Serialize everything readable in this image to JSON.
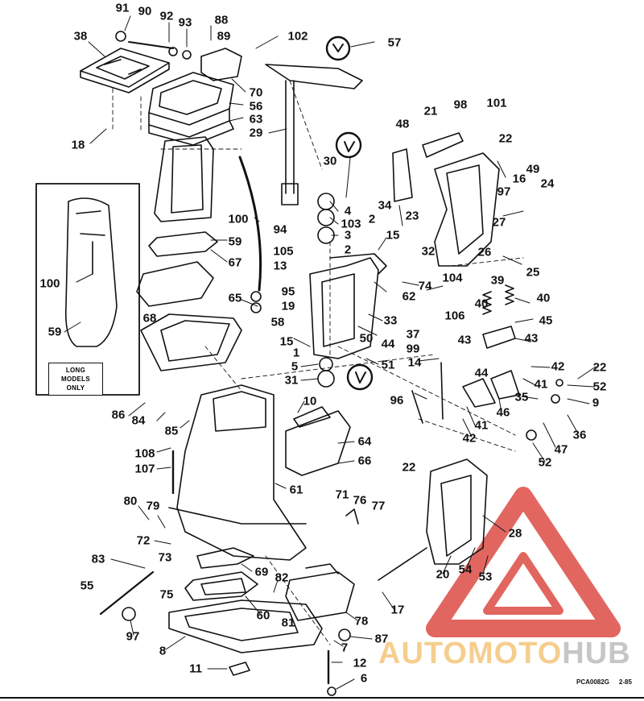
{
  "labels": {
    "n91": "91",
    "n90": "90",
    "n92": "92",
    "n93": "93",
    "n88": "88",
    "n89": "89",
    "n102": "102",
    "n57": "57",
    "n38": "38",
    "n70": "70",
    "n56": "56",
    "n63": "63",
    "n29": "29",
    "n18": "18",
    "n21": "21",
    "n98": "98",
    "n101": "101",
    "n48": "48",
    "n22a": "22",
    "n30": "30",
    "n4": "4",
    "n103": "103",
    "n3": "3",
    "n34": "34",
    "n2a": "2",
    "n2b": "2",
    "n15a": "15",
    "n49": "49",
    "n16": "16",
    "n97a": "97",
    "n24": "24",
    "n23": "23",
    "n27": "27",
    "n100a": "100",
    "n94": "94",
    "n59a": "59",
    "n67": "67",
    "n105": "105",
    "n13": "13",
    "n32": "32",
    "n26": "26",
    "n25": "25",
    "n100b": "100",
    "n95": "95",
    "n19": "19",
    "n58": "58",
    "n62": "62",
    "n74": "74",
    "n104": "104",
    "n39": "39",
    "n40a": "40",
    "n40b": "40",
    "n45": "45",
    "n65": "65",
    "n68": "68",
    "n59b": "59",
    "n106": "106",
    "n33": "33",
    "n37": "37",
    "n99": "99",
    "n43a": "43",
    "n43b": "43",
    "n15b": "15",
    "n50": "50",
    "n44": "44",
    "n1": "1",
    "n14": "14",
    "n5": "5",
    "n51": "51",
    "n31": "31",
    "n44b": "44",
    "n42a": "42",
    "n22b": "22",
    "n41a": "41",
    "n52a": "52",
    "n35": "35",
    "n9": "9",
    "n46": "46",
    "n96": "96",
    "n86": "86",
    "n84": "84",
    "n85": "85",
    "n10": "10",
    "n64": "64",
    "n41b": "41",
    "n42b": "42",
    "n47": "47",
    "n36": "36",
    "n52b": "52",
    "n108": "108",
    "n107": "107",
    "n66": "66",
    "n22c": "22",
    "n61": "61",
    "n80": "80",
    "n79": "79",
    "n71": "71",
    "n76": "76",
    "n77": "77",
    "n72": "72",
    "n28": "28",
    "n83": "83",
    "n73": "73",
    "n69": "69",
    "n82": "82",
    "n20": "20",
    "n54": "54",
    "n53": "53",
    "n55": "55",
    "n75": "75",
    "n60": "60",
    "n17": "17",
    "n97b": "97",
    "n81": "81",
    "n78": "78",
    "n8": "8",
    "n87": "87",
    "n7": "7",
    "n11": "11",
    "n12": "12",
    "n6": "6"
  },
  "inset_note": {
    "line1": "LONG",
    "line2": "MODELS",
    "line3": "ONLY"
  },
  "figure_code": {
    "id": "PCA0082G",
    "date": "2-85"
  },
  "watermark": {
    "part1": "AUTOMOTO",
    "part2": "HUB"
  },
  "colors": {
    "ink": "#111111",
    "watermark_red": "#d9342b",
    "watermark_orange": "#f3c272",
    "watermark_gray": "#b9b9b9"
  }
}
